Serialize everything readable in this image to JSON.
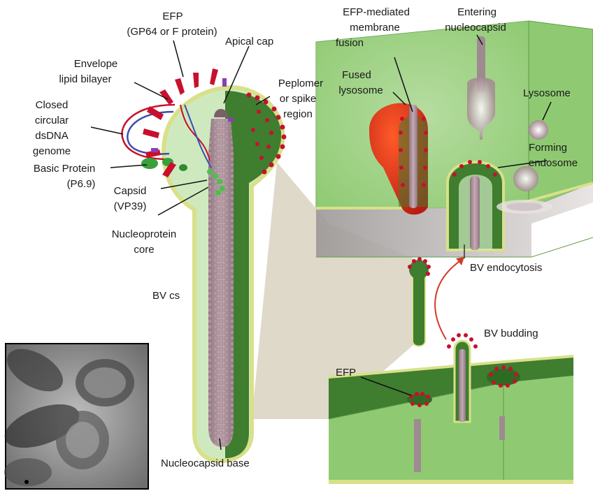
{
  "labels": {
    "efp_top_1": "EFP",
    "efp_top_2": "(GP64 or F protein)",
    "apical_cap": "Apical cap",
    "envelope_1": "Envelope",
    "envelope_2": "lipid bilayer",
    "closed_1": "Closed",
    "closed_2": "circular",
    "closed_3": "dsDNA",
    "closed_4": "genome",
    "basic_1": "Basic Protein",
    "basic_2": "(P6.9)",
    "capsid_1": "Capsid",
    "capsid_2": "(VP39)",
    "nucleoprotein_1": "Nucleoprotein",
    "nucleoprotein_2": "core",
    "peplomer_1": "Peplomer",
    "peplomer_2": "or spike",
    "peplomer_3": "region",
    "bv_cs": "BV cs",
    "nucleocapsid_base": "Nucleocapsid base",
    "efp_fusion_1": "EFP-mediated",
    "efp_fusion_2": "membrane",
    "efp_fusion_3": "fusion",
    "entering_1": "Entering",
    "entering_2": "nucleocapsid",
    "fused_1": "Fused",
    "fused_2": "lysosome",
    "lysosome": "Lysosome",
    "forming_1": "Forming",
    "forming_2": "endosome",
    "bv_endocytosis": "BV endocytosis",
    "bv_budding": "BV budding",
    "efp_bottom": "EFP"
  },
  "colors": {
    "membrane_green": "#8fca72",
    "dark_green": "#3f7d2f",
    "envelope_yellow": "#d9e08a",
    "nucleocapsid": "#a48a92",
    "efp_red": "#c8102e",
    "lysosome_red": "#e23a1c",
    "connector_tan": "#d9d2bf",
    "arrow_red": "#d23a2a"
  },
  "icons": {
    "micrograph": "electron-micrograph-image"
  }
}
